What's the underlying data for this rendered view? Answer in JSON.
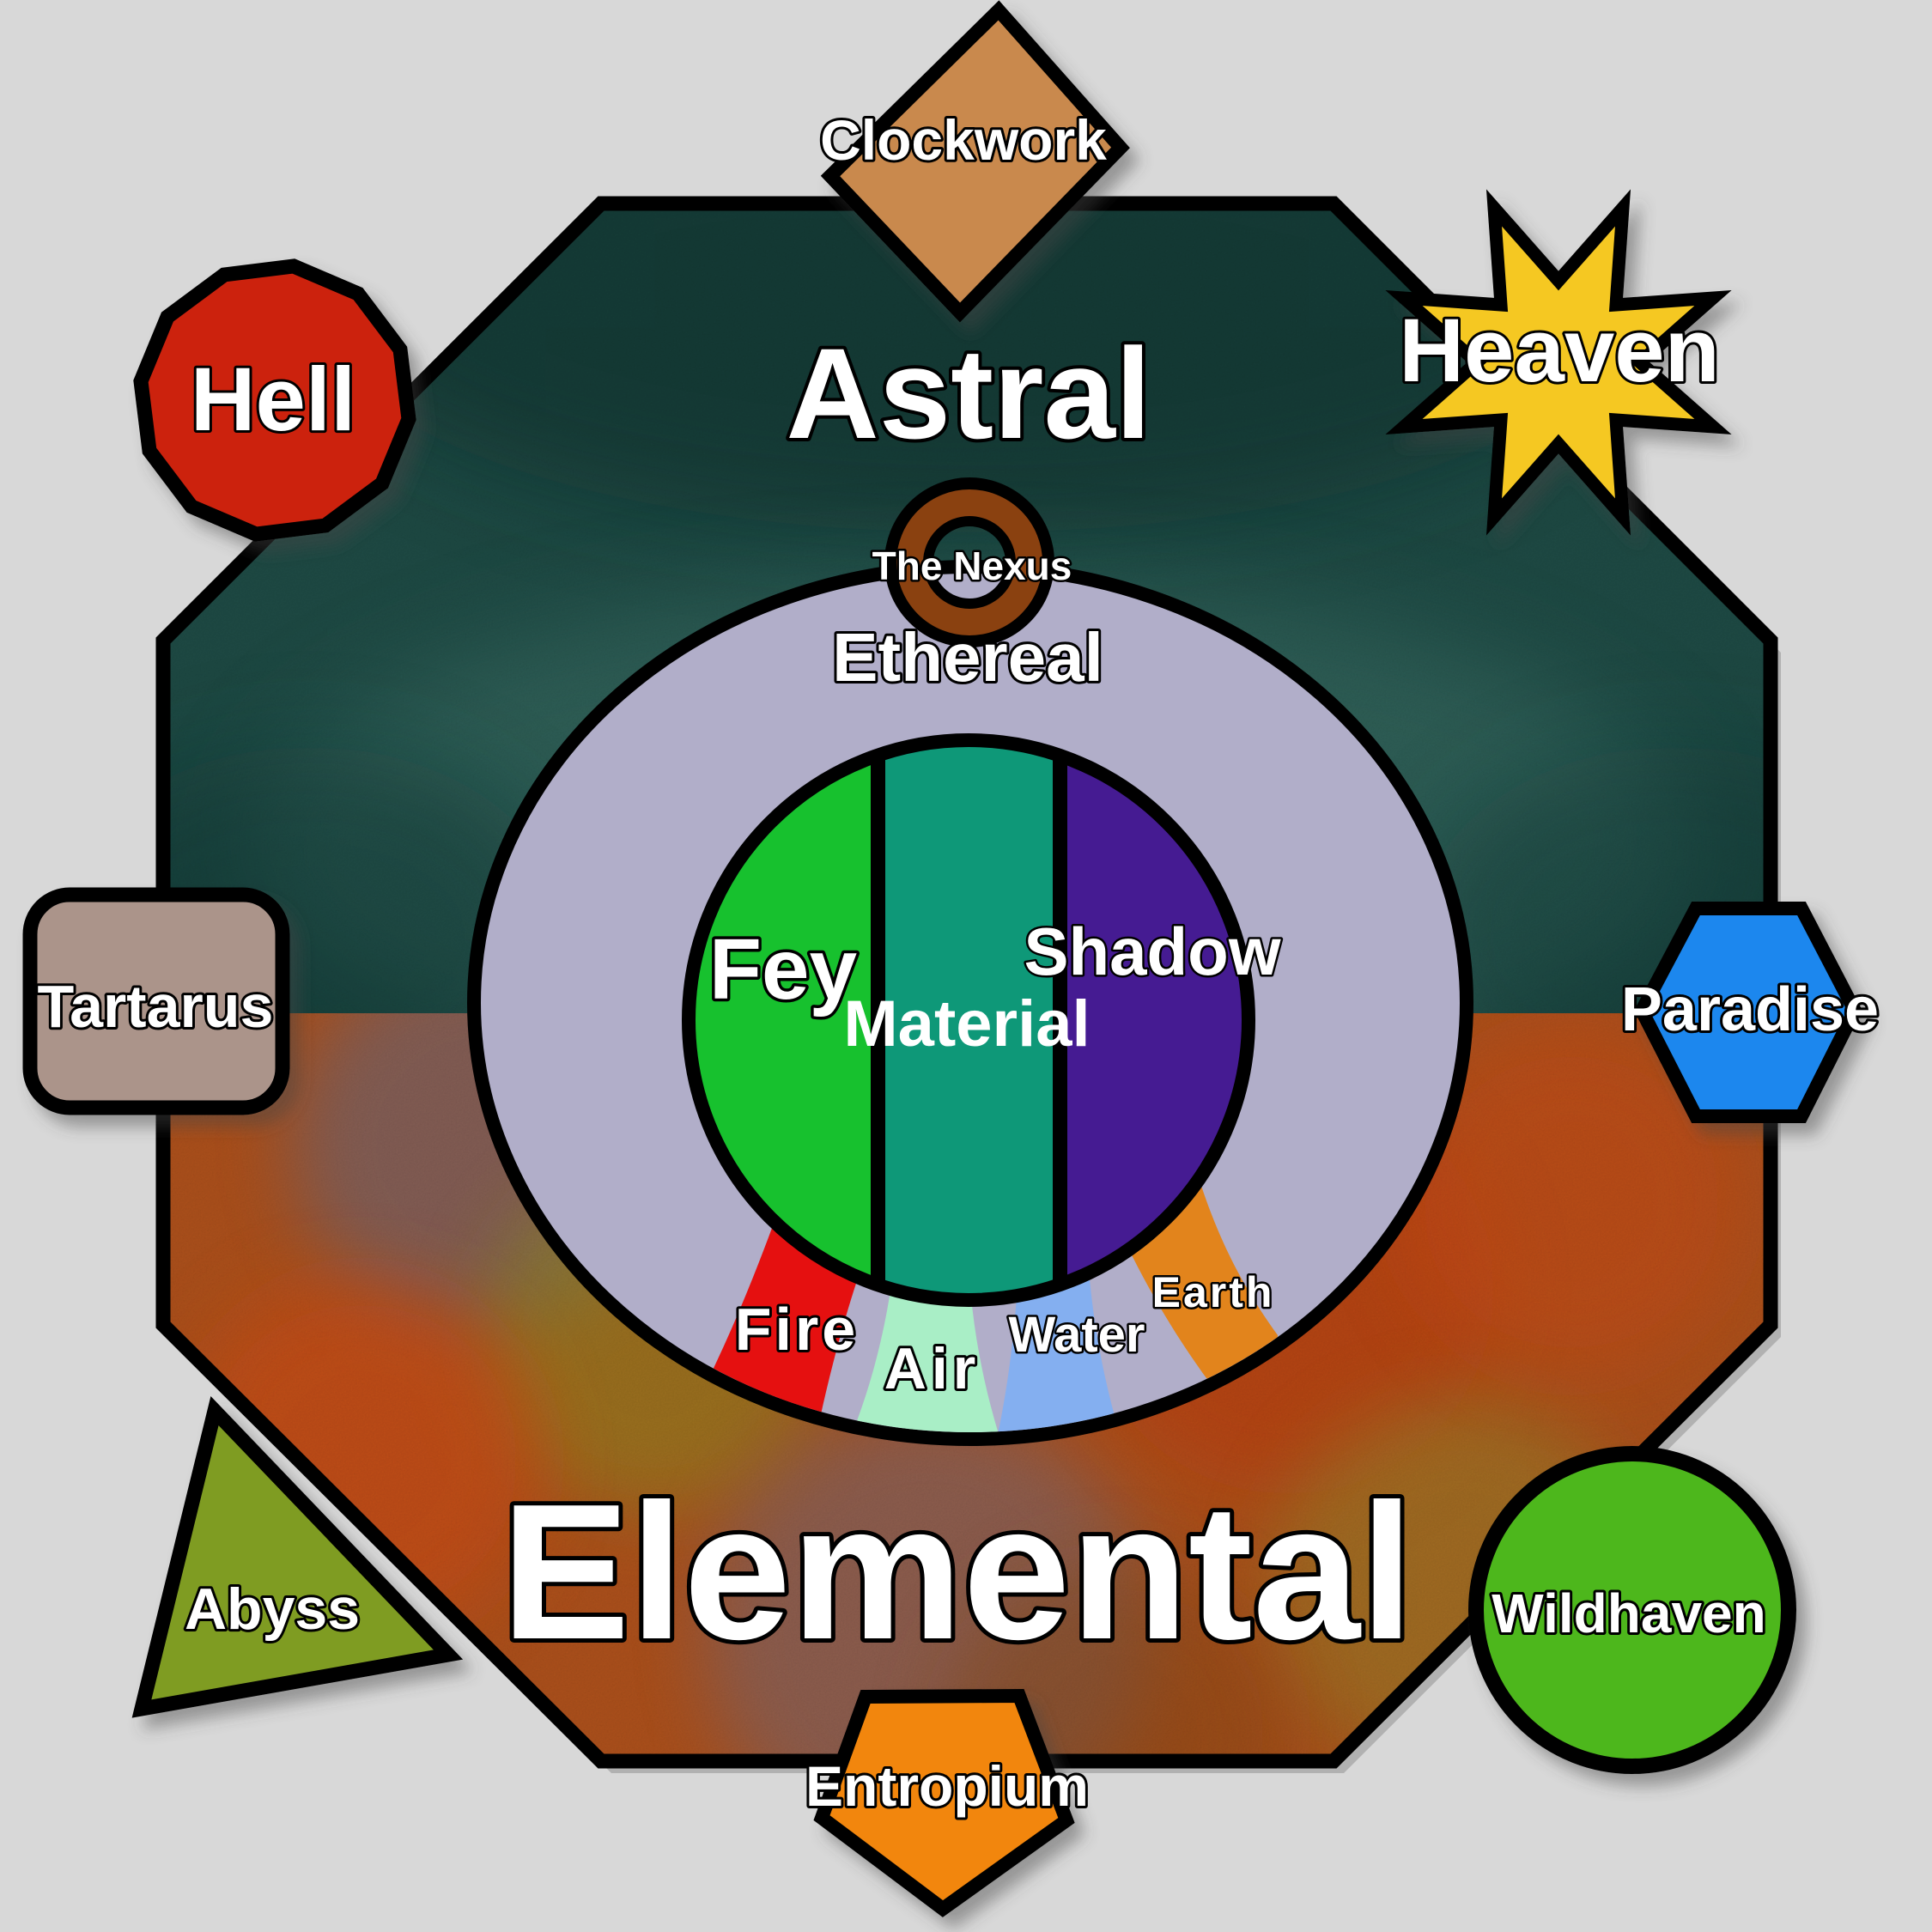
{
  "background": "#d8d8d8",
  "octagon": {
    "astral": {
      "label": "Astral",
      "color": "#1f4c46"
    },
    "elemental": {
      "label": "Elemental",
      "color": "#b0521c"
    }
  },
  "ethereal": {
    "label": "Ethereal",
    "color": "#b1aec9"
  },
  "nexus": {
    "label": "The Nexus",
    "color": "#8a4110"
  },
  "material_circle": {
    "fey": {
      "label": "Fey",
      "color": "#17c12e"
    },
    "material": {
      "label": "Material",
      "color": "#0e9878"
    },
    "shadow": {
      "label": "Shadow",
      "color": "#451b92"
    }
  },
  "elements": {
    "fire": {
      "label": "Fire",
      "color": "#e51010"
    },
    "air": {
      "label": "Air",
      "color": "#a9eec6"
    },
    "water": {
      "label": "Water",
      "color": "#84aff0"
    },
    "earth": {
      "label": "Earth",
      "color": "#e2841c"
    }
  },
  "outer_planes": {
    "clockwork": {
      "label": "Clockwork",
      "color": "#c9894e"
    },
    "heaven": {
      "label": "Heaven",
      "color": "#f5c822"
    },
    "hell": {
      "label": "Hell",
      "color": "#cc2111"
    },
    "tartarus": {
      "label": "Tartarus",
      "color": "#ab948a"
    },
    "paradise": {
      "label": "Paradise",
      "color": "#1b87ee"
    },
    "abyss": {
      "label": "Abyss",
      "color": "#7f9c24"
    },
    "wildhaven": {
      "label": "Wildhaven",
      "color": "#4db71d"
    },
    "entropium": {
      "label": "Entropium",
      "color": "#f2860d"
    }
  }
}
